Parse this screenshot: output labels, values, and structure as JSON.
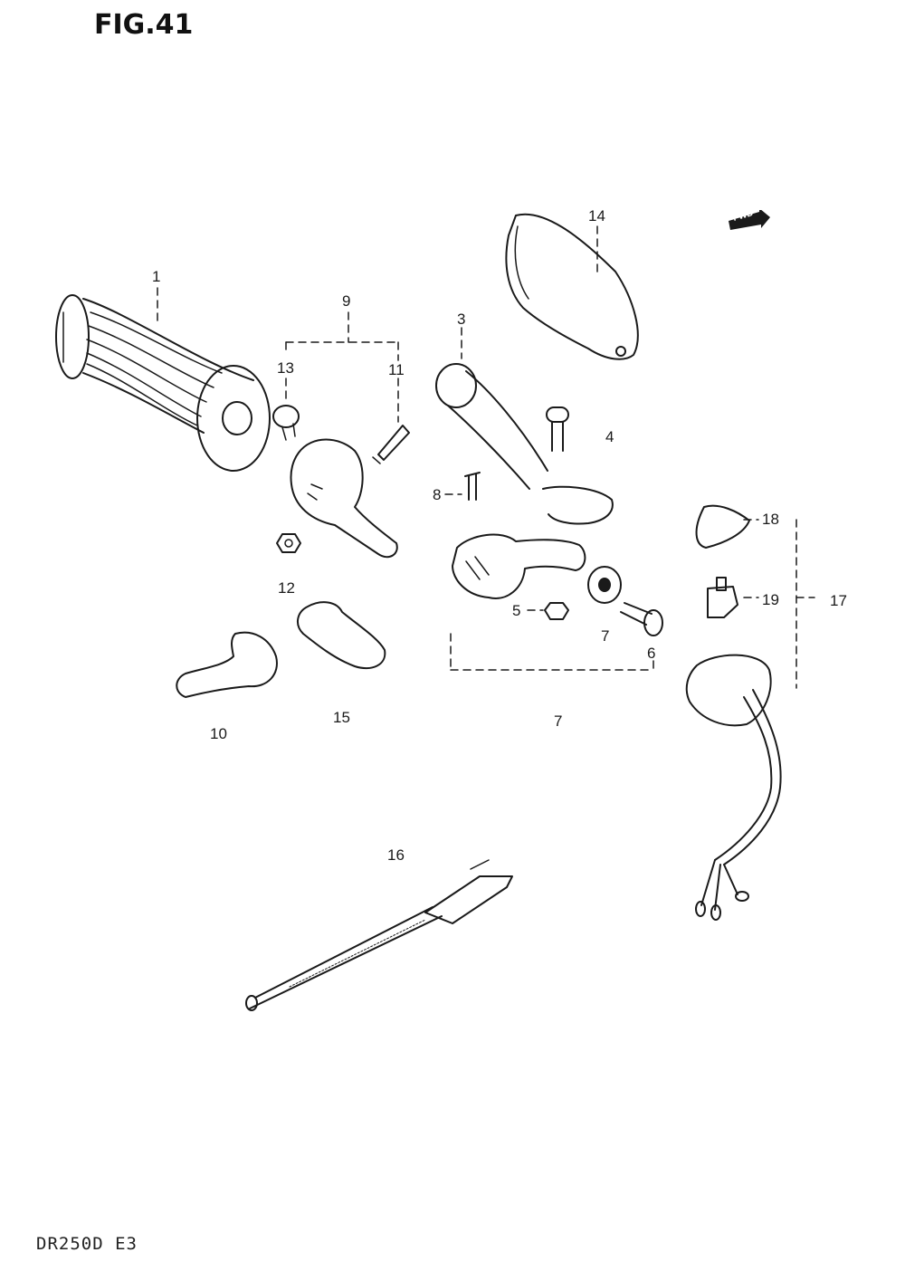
{
  "figure_title": "FIG.41",
  "model_code": "DR250D E3",
  "direction_badge": "FWD",
  "colors": {
    "ink": "#1a1a1a",
    "paper": "#ffffff"
  },
  "callouts": [
    {
      "name": "callout-1",
      "label": "1"
    },
    {
      "name": "callout-3",
      "label": "3"
    },
    {
      "name": "callout-4",
      "label": "4"
    },
    {
      "name": "callout-5",
      "label": "5"
    },
    {
      "name": "callout-6",
      "label": "6"
    },
    {
      "name": "callout-7",
      "label": "7"
    },
    {
      "name": "callout-7b",
      "label": "7"
    },
    {
      "name": "callout-8",
      "label": "8"
    },
    {
      "name": "callout-9",
      "label": "9"
    },
    {
      "name": "callout-10",
      "label": "10"
    },
    {
      "name": "callout-11",
      "label": "11"
    },
    {
      "name": "callout-12",
      "label": "12"
    },
    {
      "name": "callout-13",
      "label": "13"
    },
    {
      "name": "callout-14",
      "label": "14"
    },
    {
      "name": "callout-15",
      "label": "15"
    },
    {
      "name": "callout-16",
      "label": "16"
    },
    {
      "name": "callout-17",
      "label": "17"
    },
    {
      "name": "callout-18",
      "label": "18"
    },
    {
      "name": "callout-19",
      "label": "19"
    }
  ]
}
